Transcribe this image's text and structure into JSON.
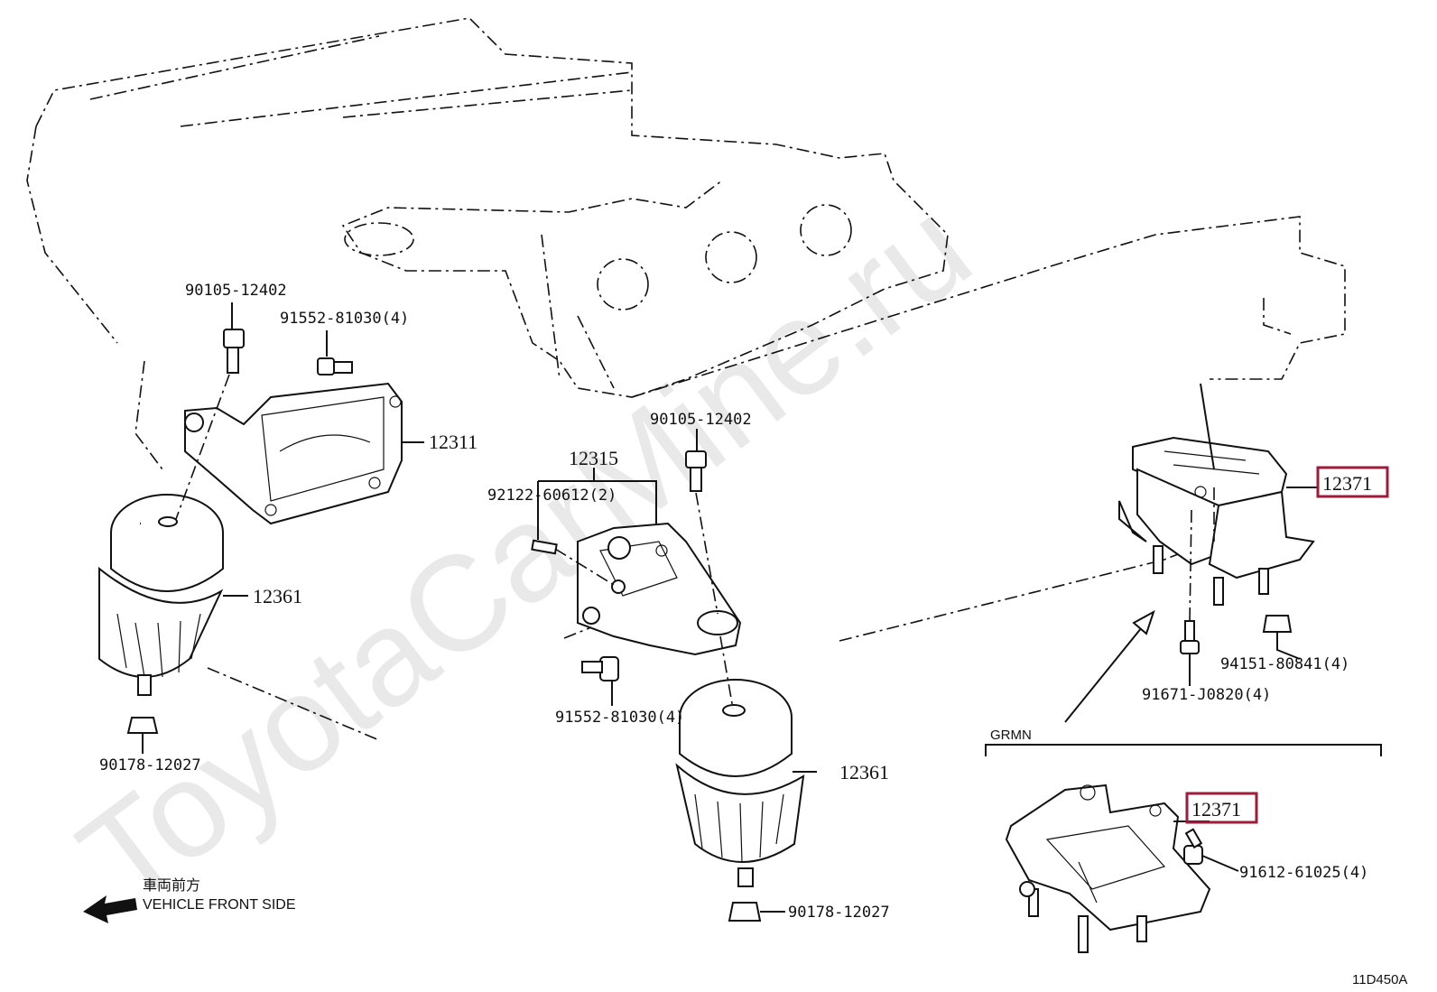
{
  "watermark": "ToyotaCarMine.ru",
  "direction": {
    "jp": "車両前方",
    "en": "VEHICLE FRONT SIDE"
  },
  "variant_label": "GRMN",
  "diagram_code": "11D450A",
  "parts": {
    "bolt_left_top": "90105-12402",
    "bolt_left_91552": "91552-81030(4)",
    "bracket_left": "12311",
    "insulator_left": "12361",
    "nut_left": "90178-12027",
    "bracket_center_group": "12315",
    "stud_center": "92122-60612(2)",
    "bolt_center_top": "90105-12402",
    "bolt_center_91552": "91552-81030(4)",
    "insulator_center": "12361",
    "nut_center": "90178-12027",
    "rear_mount": "12371",
    "nut_rear": "94151-80841(4)",
    "bolt_rear": "91671-J0820(4)",
    "grmn_mount": "12371",
    "bolt_grmn": "91612-61025(4)"
  },
  "colors": {
    "highlight": "#a01a3a",
    "line": "#111111",
    "watermark": "#cfcfcf"
  }
}
